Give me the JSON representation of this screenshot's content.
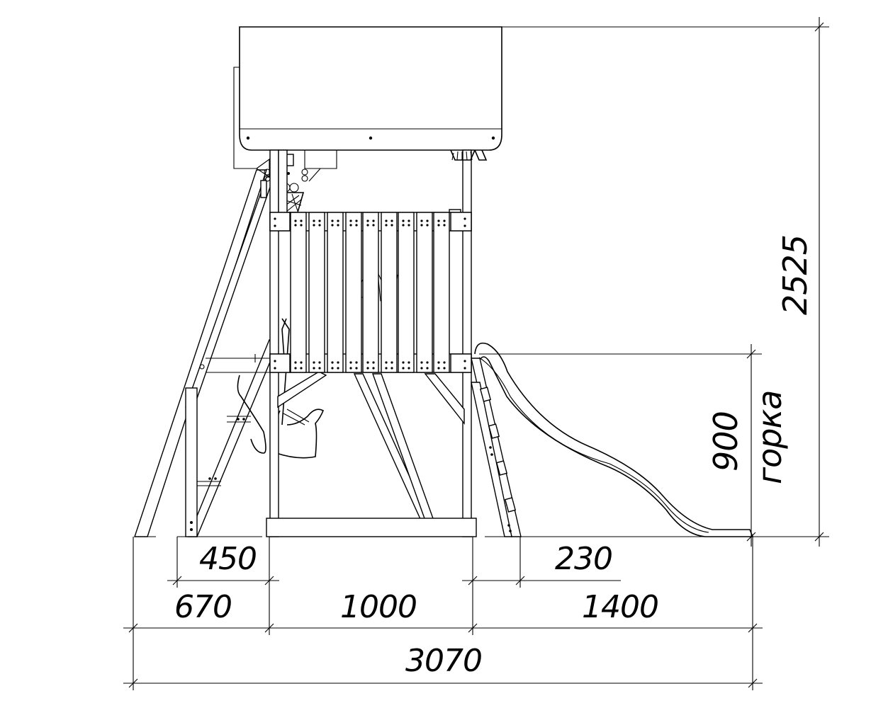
{
  "dimensions": {
    "total_width": "3070",
    "left_section": "670",
    "left_inner": "450",
    "center_section": "1000",
    "right_section": "1400",
    "right_inner": "230",
    "total_height": "2525",
    "slide_height": "900",
    "slide_label": "горка"
  }
}
